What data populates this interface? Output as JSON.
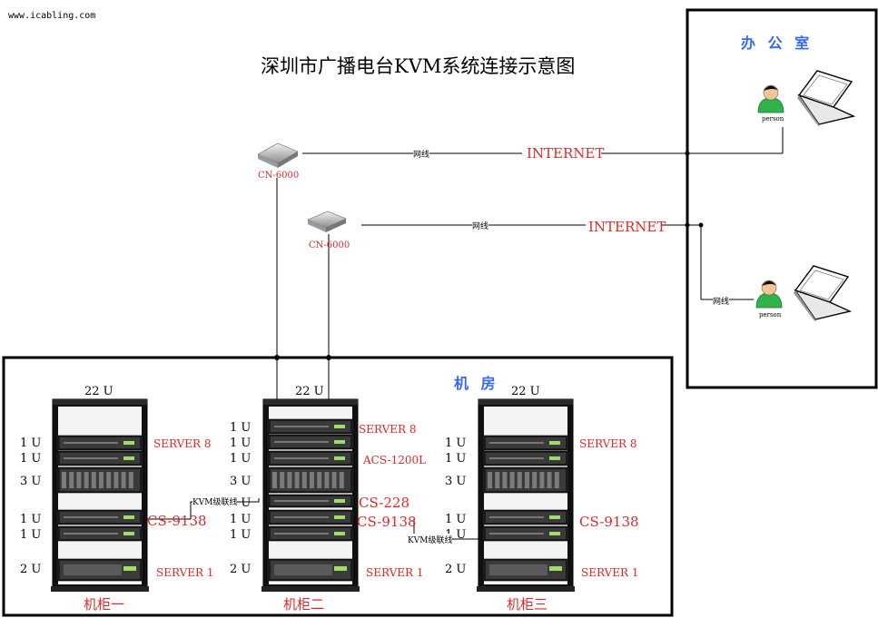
{
  "watermark": "www.icabling.com",
  "title": "深圳市广播电台KVM系统连接示意图",
  "office_label": "办 公 室",
  "machine_room_label": "机   房",
  "switches": [
    {
      "label": "CN-6000"
    },
    {
      "label": "CN-6000"
    }
  ],
  "links": [
    {
      "cable_label": "网线",
      "internet_label": "INTERNET"
    },
    {
      "cable_label": "网线",
      "internet_label": "INTERNET"
    },
    {
      "cable_label": "网线"
    }
  ],
  "persons": [
    {
      "label": "person"
    },
    {
      "label": "person"
    }
  ],
  "cabinets": [
    {
      "name": "机柜一",
      "height": "22 U",
      "units": [
        "1 U",
        "1 U",
        "3 U",
        "1 U",
        "1 U",
        "2 U"
      ],
      "devices": [
        "SERVER 8",
        "CS-9138",
        "SERVER 1"
      ]
    },
    {
      "name": "机柜二",
      "height": "22 U",
      "units": [
        "1 U",
        "1 U",
        "1 U",
        "3 U",
        "1 U",
        "1 U",
        "1 U",
        "2 U"
      ],
      "devices": [
        "SERVER 8",
        "ACS-1200L",
        "CS-228",
        "CS-9138",
        "SERVER 1"
      ]
    },
    {
      "name": "机柜三",
      "height": "22 U",
      "units": [
        "1 U",
        "1 U",
        "3 U",
        "1 U",
        "1 U",
        "2 U"
      ],
      "devices": [
        "SERVER 8",
        "CS-9138",
        "SERVER 1"
      ]
    }
  ],
  "cascade_labels": [
    "KVM级联线",
    "KVM级联线"
  ],
  "colors": {
    "accent_red": "#e0282a",
    "room_blue": "#3366ff"
  }
}
